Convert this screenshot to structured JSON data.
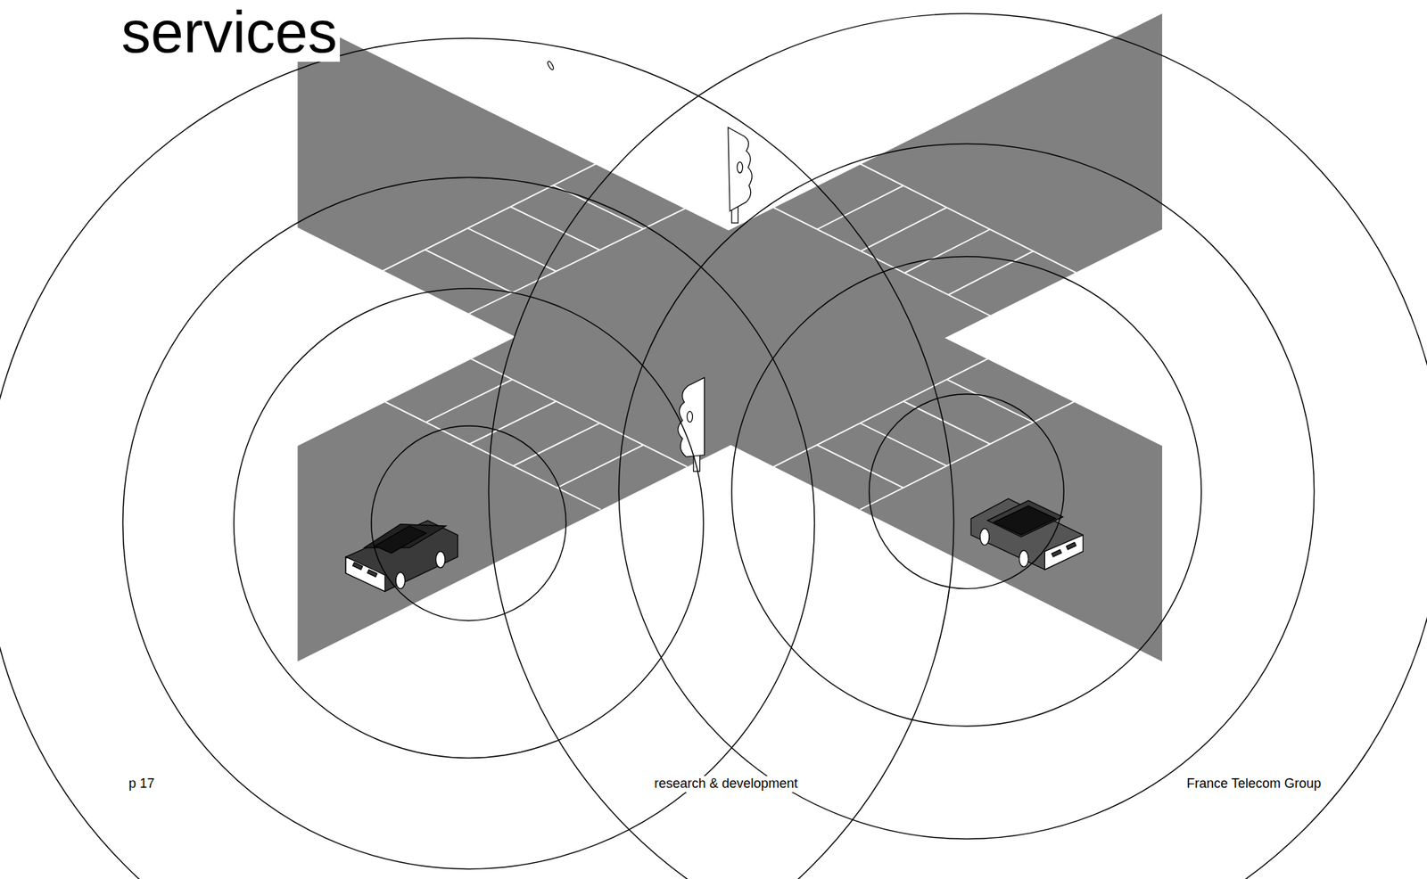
{
  "diagram": {
    "title": "services",
    "labels": [
      "p 17",
      "research & development",
      "France Telecom Group"
    ]
  }
}
